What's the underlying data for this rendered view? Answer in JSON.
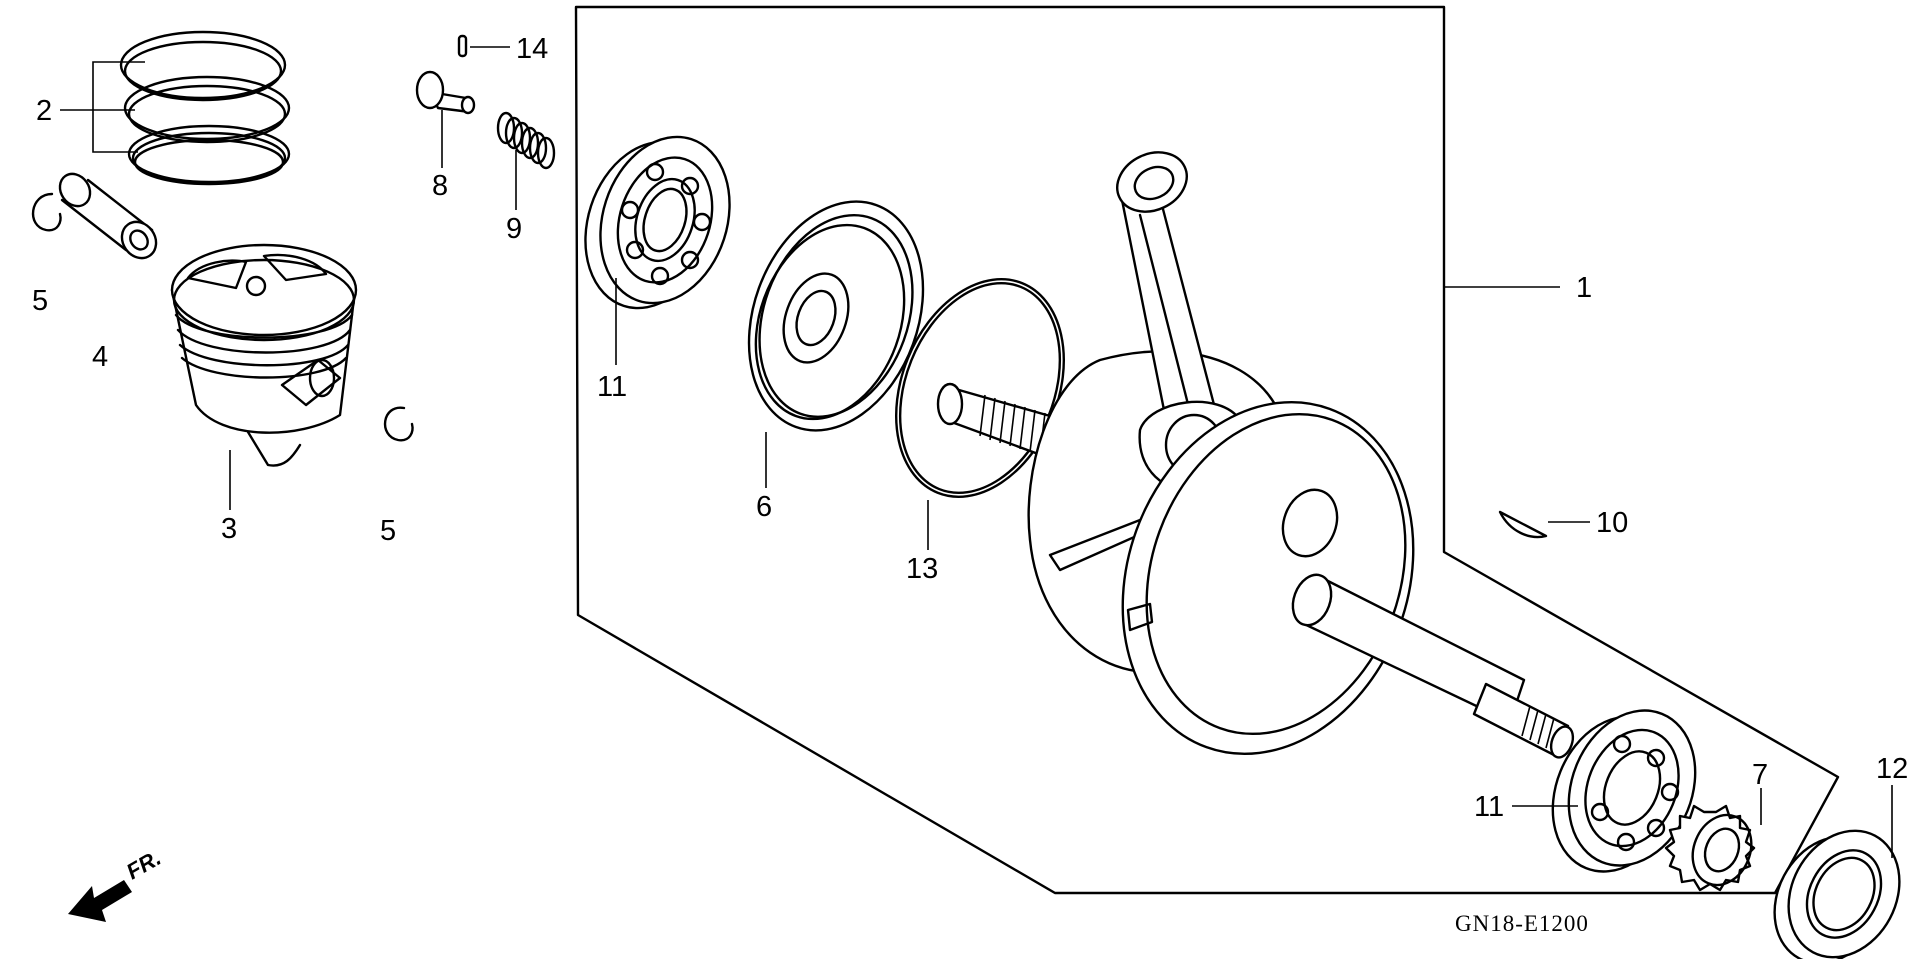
{
  "diagram": {
    "code": "GN18-E1200",
    "direction_label": "FR.",
    "callouts": [
      {
        "id": "c1",
        "label": "1"
      },
      {
        "id": "c2",
        "label": "2"
      },
      {
        "id": "c3",
        "label": "3"
      },
      {
        "id": "c4",
        "label": "4"
      },
      {
        "id": "c5a",
        "label": "5"
      },
      {
        "id": "c5b",
        "label": "5"
      },
      {
        "id": "c6",
        "label": "6"
      },
      {
        "id": "c7",
        "label": "7"
      },
      {
        "id": "c8",
        "label": "8"
      },
      {
        "id": "c9",
        "label": "9"
      },
      {
        "id": "c10",
        "label": "10"
      },
      {
        "id": "c11a",
        "label": "11"
      },
      {
        "id": "c11b",
        "label": "11"
      },
      {
        "id": "c12",
        "label": "12"
      },
      {
        "id": "c13",
        "label": "13"
      },
      {
        "id": "c14",
        "label": "14"
      }
    ]
  }
}
